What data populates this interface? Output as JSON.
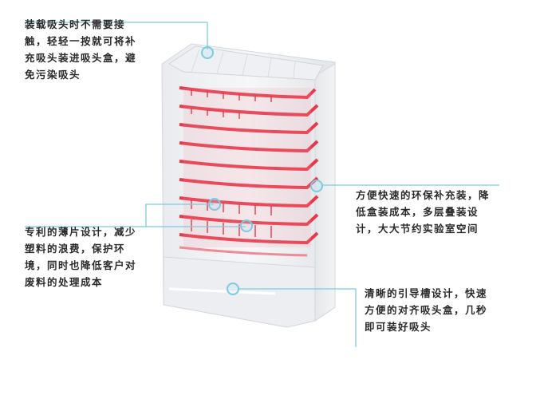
{
  "diagram": {
    "subject": "pipette tip refill rack stack (transparent box with red tip trays)",
    "accent_color": "#7ccbe0",
    "tray_color": "#e8384a",
    "callouts": [
      {
        "id": "top-left",
        "lines": [
          "装载吸头时不需要接",
          "触，轻轻一按就可将补",
          "充吸头装进吸头盒，避",
          "免污染吸头"
        ]
      },
      {
        "id": "middle-left",
        "lines": [
          "专利的薄片设计，减少",
          "塑料的浪费，保护环",
          "境，同时也降低客户对",
          "废料的处理成本"
        ]
      },
      {
        "id": "middle-right",
        "lines": [
          "方便快速的环保补充装，降",
          "低盒装成本，多层叠装设",
          "计，大大节约实验室空间"
        ]
      },
      {
        "id": "bottom-right",
        "lines": [
          "清晰的引导槽设计，快速",
          "方便的对齐吸头盒，几秒",
          "即可装好吸头"
        ]
      }
    ]
  }
}
